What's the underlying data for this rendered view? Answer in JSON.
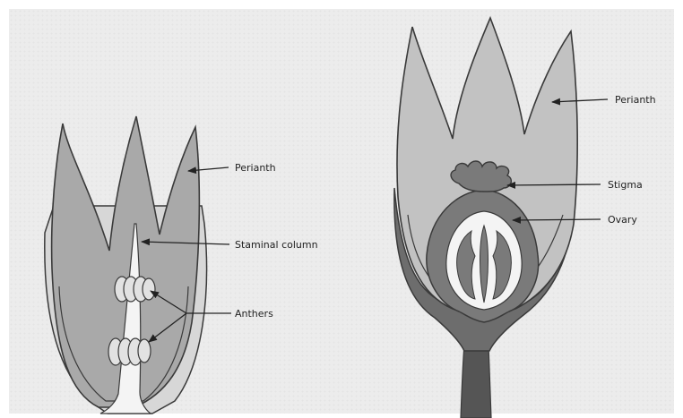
{
  "colors": {
    "background": "#ececec",
    "outline": "#3a3a3a",
    "perianth_fill": "#a9a9a9",
    "perianth_light": "#c2c2c2",
    "receptacle": "#6d6d6d",
    "ovary_fill": "#7a7a7a",
    "white_parts": "#f4f4f4"
  },
  "labels": {
    "left_perianth": "Perianth",
    "staminal_column": "Staminal column",
    "anthers": "Anthers",
    "right_perianth": "Perianth",
    "stigma": "Stigma",
    "ovary": "Ovary"
  }
}
